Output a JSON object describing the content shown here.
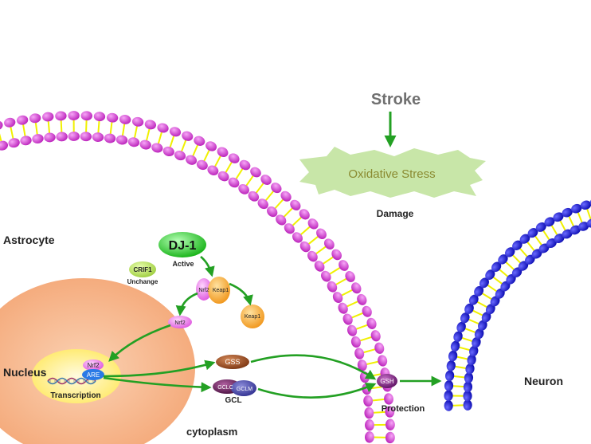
{
  "labels": {
    "stroke": "Stroke",
    "oxidative_stress": "Oxidative Stress",
    "damage": "Damage",
    "astrocyte": "Astrocyte",
    "dj1": "DJ-1",
    "active": "Active",
    "crif1": "CRIF1",
    "unchange": "Unchange",
    "nrf2_complex": "Nrf2",
    "keap1_complex": "Keap1",
    "nrf2_free": "Nrf2",
    "keap1_free": "Keap1",
    "nucleus": "Nucleus",
    "nrf2_nuclear": "Nrf2",
    "are": "ARE",
    "transcription": "Transcription",
    "gss": "GSS",
    "gclc": "GCLC",
    "gclm": "GCLM",
    "gcl": "GCL",
    "gsh": "GSH",
    "protection": "Protection",
    "cytoplasm": "cytoplasm",
    "neuron": "Neuron"
  },
  "colors": {
    "arrow": "#23a023",
    "astro_head": "#cc33cc",
    "neuron_head": "#1a1acc",
    "tail": "#f0f000",
    "nucleus_outer": "#f6b48c",
    "nucleus_inner": "#fff08c",
    "stress_cloud": "#c8e6a8",
    "stress_text": "#8a8a30",
    "dj1": "#22cc22",
    "crif1": "#b4e05a",
    "nrf2": "#ee77ee",
    "keap1": "#ffaa33",
    "gss": "#a0522d",
    "gclc": "#6a2060",
    "gclm": "#4a4aa0",
    "gsh": "#8a2a8a"
  }
}
